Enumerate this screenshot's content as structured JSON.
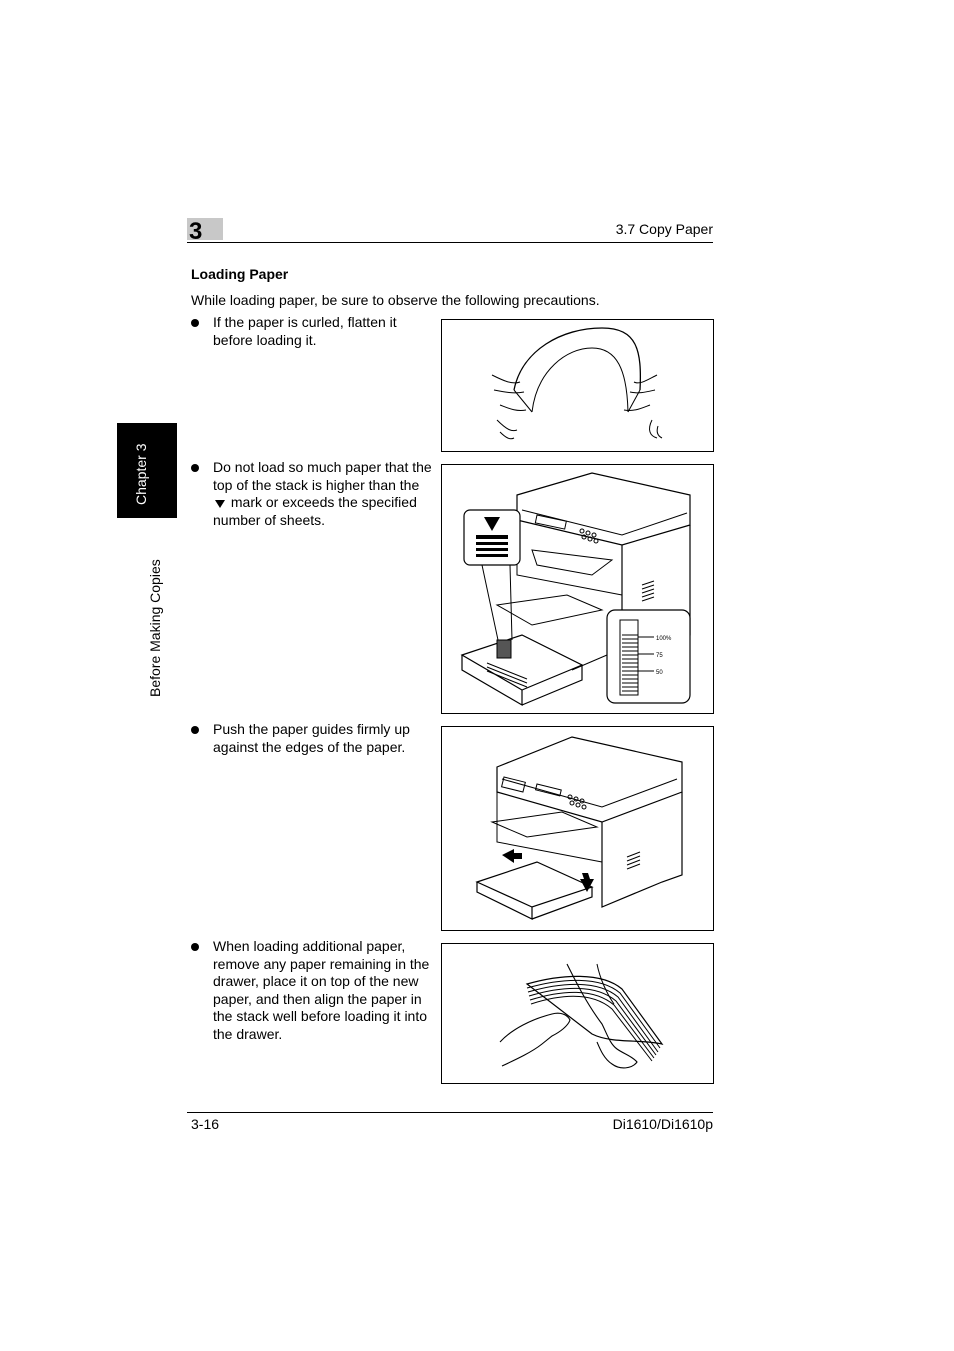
{
  "header": {
    "chapter_number": "3",
    "section": "3.7 Copy Paper"
  },
  "side_tab": {
    "chapter": "Chapter 3",
    "title": "Before Making Copies"
  },
  "content": {
    "heading": "Loading Paper",
    "intro": "While loading paper, be sure to observe the following precautions.",
    "bullets": [
      {
        "text": "If the paper is curled, flatten it before loading it."
      },
      {
        "text_before": "Do not load so much paper that the top of the stack is higher than the",
        "text_after": "mark or exceeds the specified number of sheets."
      },
      {
        "text": "Push the paper guides firmly up against the edges of the paper."
      },
      {
        "text": "When loading additional paper, remove any paper remaining in the drawer, place it on top of the new paper, and then align the paper in the stack well before loading it into the drawer."
      }
    ],
    "gauge_labels": [
      "100%",
      "75",
      "50"
    ]
  },
  "footer": {
    "page": "3-16",
    "model": "Di1610/Di1610p"
  }
}
